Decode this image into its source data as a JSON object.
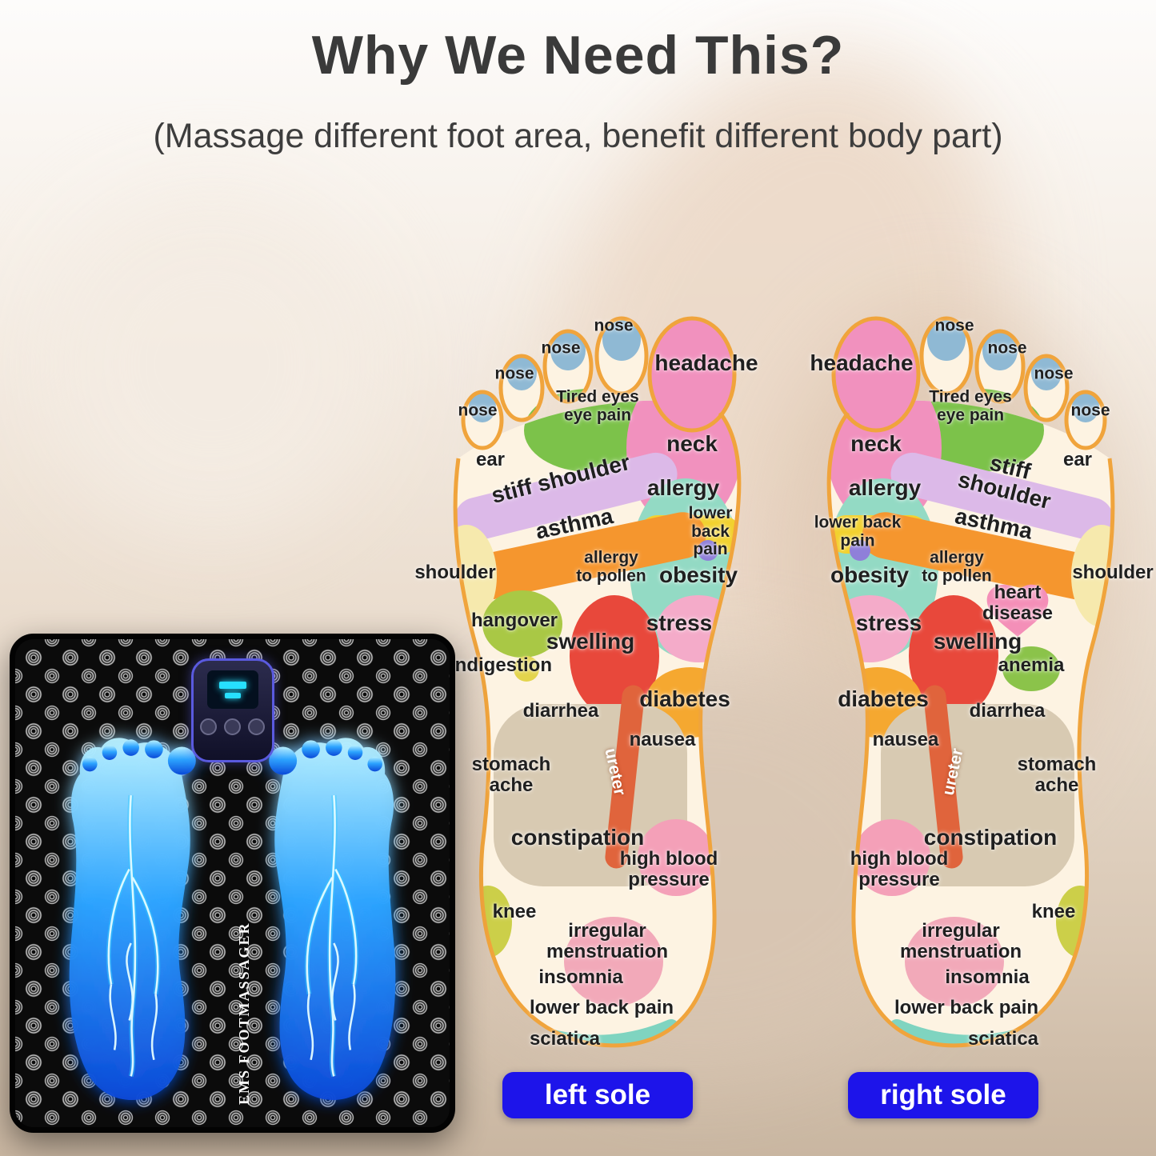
{
  "header": {
    "title": "Why We Need This?",
    "subtitle": "(Massage different foot area, benefit different body part)"
  },
  "feet": {
    "left": {
      "labels": [
        "nose",
        "nose",
        "nose",
        "nose",
        "headache",
        "Tired eyes\neye pain",
        "neck",
        "ear",
        "stiff shoulder",
        "allergy",
        "asthma",
        "lower back\npain",
        "shoulder",
        "allergy\nto pollen",
        "obesity",
        "hangover",
        "swelling",
        "stress",
        "indigestion",
        "diarrhea",
        "diabetes",
        "nausea",
        "ureter",
        "stomach\nache",
        "constipation",
        "high blood\npressure",
        "knee",
        "irregular\nmenstruation",
        "insomnia",
        "lower back pain",
        "sciatica"
      ]
    },
    "right": {
      "labels": [
        "nose",
        "nose",
        "nose",
        "nose",
        "headache",
        "Tired eyes\neye pain",
        "neck",
        "ear",
        "stiff shoulder",
        "allergy",
        "asthma",
        "lower back\npain",
        "shoulder",
        "allergy\nto pollen",
        "obesity",
        "heart\ndisease",
        "swelling",
        "stress",
        "anemia",
        "diarrhea",
        "diabetes",
        "nausea",
        "ureter",
        "stomach\nache",
        "constipation",
        "high blood\npressure",
        "knee",
        "irregular\nmenstruation",
        "insomnia",
        "lower back pain",
        "sciatica"
      ]
    }
  },
  "product": {
    "brand": "EMS FOOTMASSAGER"
  },
  "buttons": {
    "left": "left sole",
    "right": "right sole"
  },
  "colors": {
    "button_blue": "#1d14ea",
    "foot_outline_orange": "#f0a43c",
    "foot_fill_cream": "#fdf3e2",
    "headache_pink": "#f191be",
    "neck_yellow": "#f2d12e",
    "asthma_orange": "#f5962e",
    "stiff_shoulder_lavender": "#dcb9e8",
    "allergy_teal": "#93dac4",
    "swelling_red": "#e8483b",
    "glow_blue": "#2da4ff",
    "pad_black": "#0b0b0b"
  }
}
